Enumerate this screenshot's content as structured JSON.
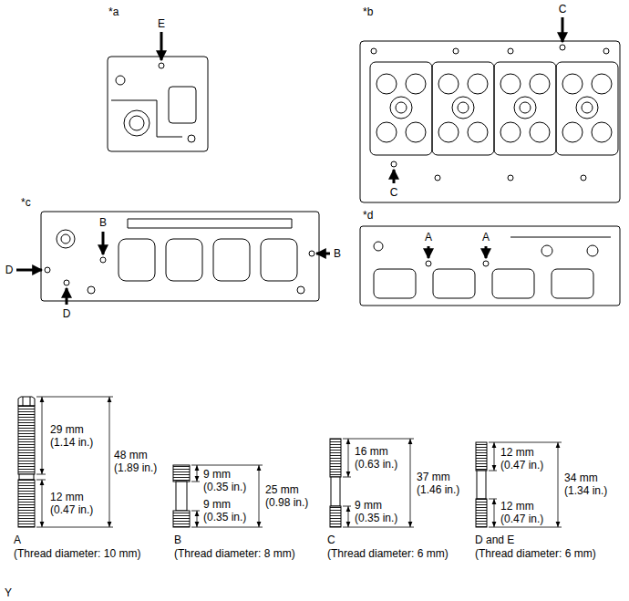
{
  "diagram": {
    "labels": [
      "*a",
      "E",
      "*b",
      "C",
      "C",
      "*c",
      "B",
      "B",
      "D",
      "D",
      "*d",
      "A",
      "A",
      "29 mm (1.14 in.)",
      "48 mm (1.89 in.)",
      "12 mm (0.47 in.)",
      "A",
      "(Thread diameter: 10 mm)",
      "9 mm (0.35 in.)",
      "25 mm (0.98 in.)",
      "9 mm (0.35 in.)",
      "B",
      "(Thread diameter: 8 mm)",
      "16 mm (0.63 in.)",
      "37 mm (1.46 in.)",
      "9 mm (0.35 in.)",
      "C",
      "(Thread diameter: 6 mm)",
      "12 mm (0.47 in.)",
      "34 mm (1.34 in.)",
      "12 mm (0.47 in.)",
      "D and E",
      "(Thread diameter: 6 mm)",
      "Y"
    ]
  }
}
